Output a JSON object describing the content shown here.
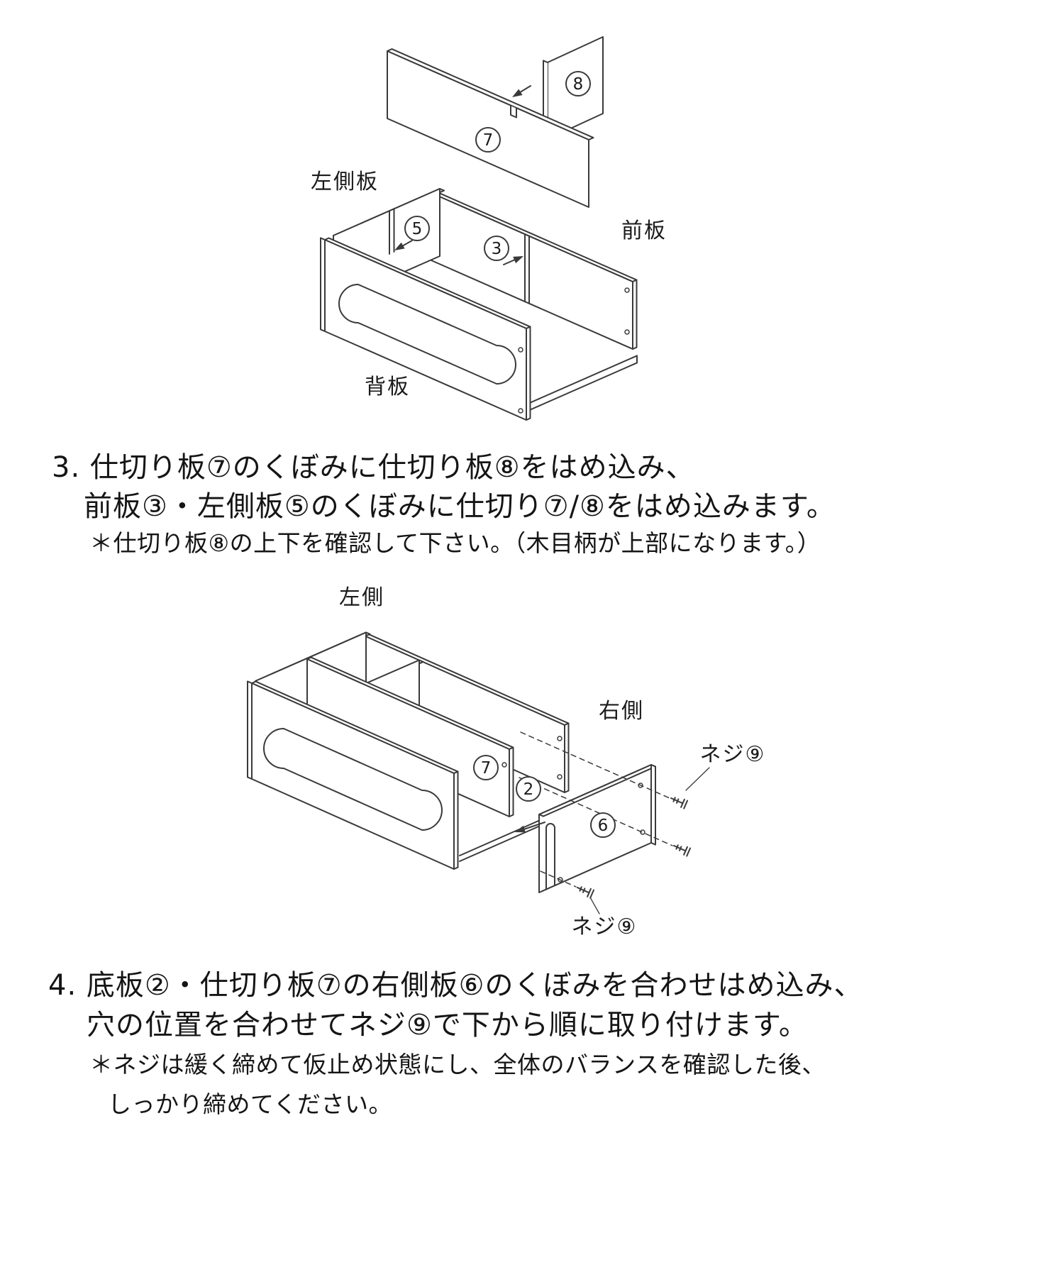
{
  "doc": {
    "bg": "#ffffff",
    "line_ink": "#3a3a3a",
    "text_ink": "#151515"
  },
  "diagram1": {
    "labels": {
      "left_side_panel": "左側板",
      "front_panel": "前板",
      "back_panel": "背板"
    },
    "badges": {
      "divider7": "7",
      "divider8": "8",
      "left5": "5",
      "front3": "3"
    }
  },
  "step3": {
    "line1": "3. 仕切り板⑦のくぼみに仕切り板⑧をはめ込み、",
    "line2": "前板③・左側板⑤のくぼみに仕切り⑦/⑧をはめ込みます。",
    "note": "＊仕切り板⑧の上下を確認して下さい。（木目柄が上部になります。）"
  },
  "diagram2": {
    "labels": {
      "left_side": "左側",
      "right_side": "右側",
      "screw_label_top": "ネジ⑨",
      "screw_label_bottom": "ネジ⑨"
    },
    "badges": {
      "divider7": "7",
      "bottom2": "2",
      "right6": "6"
    }
  },
  "step4": {
    "line1": "4. 底板②・仕切り板⑦の右側板⑥のくぼみを合わせはめ込み、",
    "line2": "穴の位置を合わせてネジ⑨で下から順に取り付けます。",
    "note1": "＊ネジは緩く締めて仮止め状態にし、全体のバランスを確認した後、",
    "note2": "しっかり締めてください。"
  }
}
